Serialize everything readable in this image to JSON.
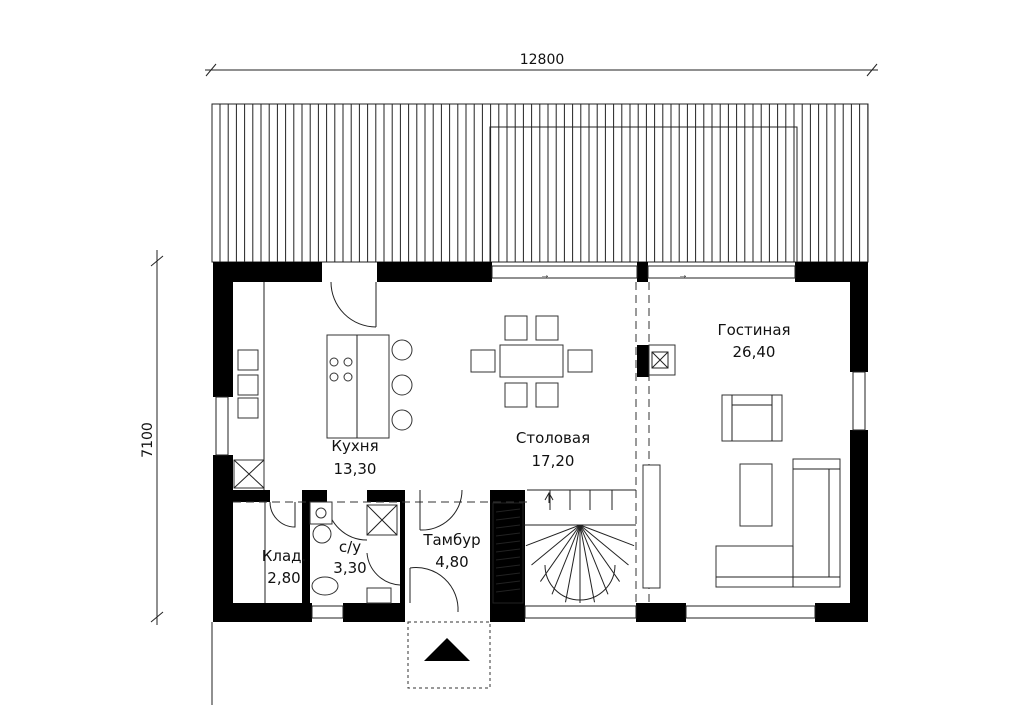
{
  "dimensions": {
    "width_label": "12800",
    "height_label": "7100"
  },
  "rooms": [
    {
      "id": "kitchen",
      "name": "Кухня",
      "area": "13,30"
    },
    {
      "id": "dining",
      "name": "Столовая",
      "area": "17,20"
    },
    {
      "id": "living",
      "name": "Гостиная",
      "area": "26,40"
    },
    {
      "id": "storage",
      "name": "Клад.",
      "area": "2,80"
    },
    {
      "id": "bathroom",
      "name": "с/у",
      "area": "3,30"
    },
    {
      "id": "vestibule",
      "name": "Тамбур",
      "area": "4,80"
    }
  ],
  "colors": {
    "wall": "#000000",
    "line": "#222222",
    "background": "#ffffff"
  }
}
